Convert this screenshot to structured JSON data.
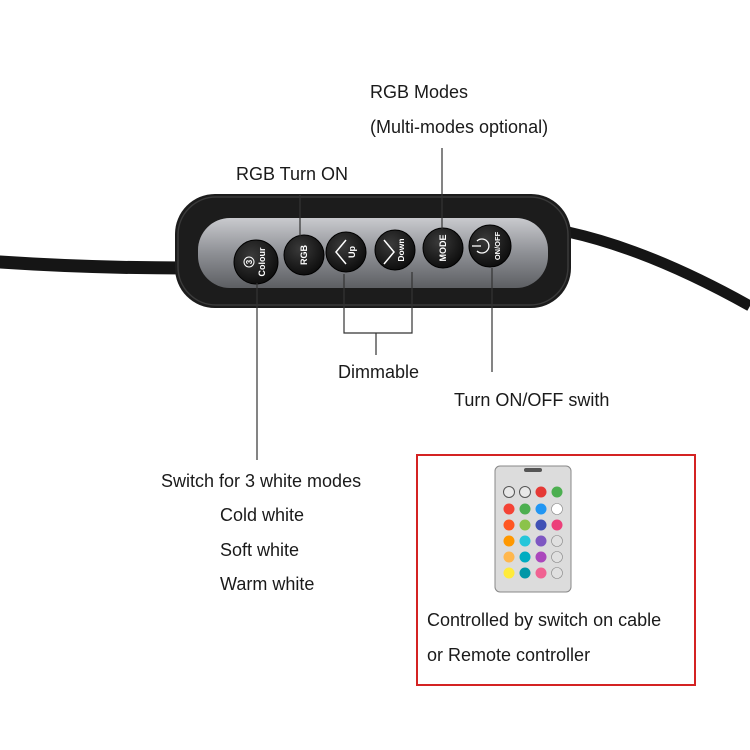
{
  "labels": {
    "rgb_modes": "RGB Modes",
    "rgb_modes_sub": "(Multi-modes optional)",
    "rgb_turn_on": "RGB Turn ON",
    "dimmable": "Dimmable",
    "turn_on_off": "Turn ON/OFF swith",
    "white_modes_title": "Switch for 3 white modes",
    "white_modes": [
      "Cold white",
      "Soft white",
      "Warm white"
    ]
  },
  "buttons": {
    "colour_num": "3",
    "colour": "Colour",
    "rgb": "RGB",
    "up": "Up",
    "down": "Down",
    "mode": "MODE",
    "onoff": "ON/OFF"
  },
  "remote_note": {
    "line1": "Controlled by switch on cable",
    "line2": "or Remote controller"
  },
  "colors": {
    "frame_border": "#d42323",
    "controller_body": "#1c1c1c",
    "button_panel": "#8f9196",
    "button_face": "#151515"
  }
}
